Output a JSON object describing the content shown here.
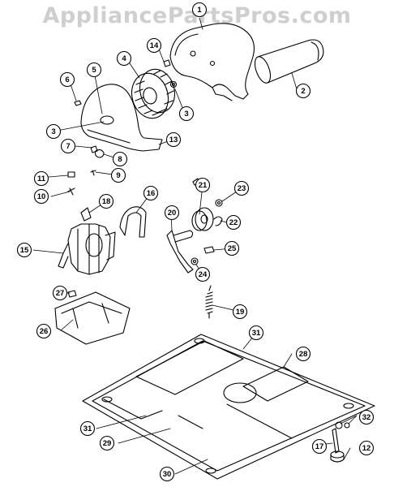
{
  "watermark": "AppliancePartsPros.com",
  "callouts": [
    {
      "id": "c1",
      "label": "1"
    },
    {
      "id": "c2",
      "label": "2"
    },
    {
      "id": "c3a",
      "label": "3"
    },
    {
      "id": "c3b",
      "label": "3"
    },
    {
      "id": "c4",
      "label": "4"
    },
    {
      "id": "c5",
      "label": "5"
    },
    {
      "id": "c6",
      "label": "6"
    },
    {
      "id": "c7",
      "label": "7"
    },
    {
      "id": "c8",
      "label": "8"
    },
    {
      "id": "c9",
      "label": "9"
    },
    {
      "id": "c10",
      "label": "10"
    },
    {
      "id": "c11",
      "label": "11"
    },
    {
      "id": "c12",
      "label": "12"
    },
    {
      "id": "c13",
      "label": "13"
    },
    {
      "id": "c14",
      "label": "14"
    },
    {
      "id": "c15",
      "label": "15"
    },
    {
      "id": "c16",
      "label": "16"
    },
    {
      "id": "c17",
      "label": "17"
    },
    {
      "id": "c18",
      "label": "18"
    },
    {
      "id": "c19",
      "label": "19"
    },
    {
      "id": "c20",
      "label": "20"
    },
    {
      "id": "c21",
      "label": "21"
    },
    {
      "id": "c22",
      "label": "22"
    },
    {
      "id": "c23",
      "label": "23"
    },
    {
      "id": "c24",
      "label": "24"
    },
    {
      "id": "c25",
      "label": "25"
    },
    {
      "id": "c26",
      "label": "26"
    },
    {
      "id": "c27",
      "label": "27"
    },
    {
      "id": "c28",
      "label": "28"
    },
    {
      "id": "c29",
      "label": "29"
    },
    {
      "id": "c30",
      "label": "30"
    },
    {
      "id": "c31a",
      "label": "31"
    },
    {
      "id": "c31b",
      "label": "31"
    },
    {
      "id": "c32",
      "label": "32"
    }
  ]
}
